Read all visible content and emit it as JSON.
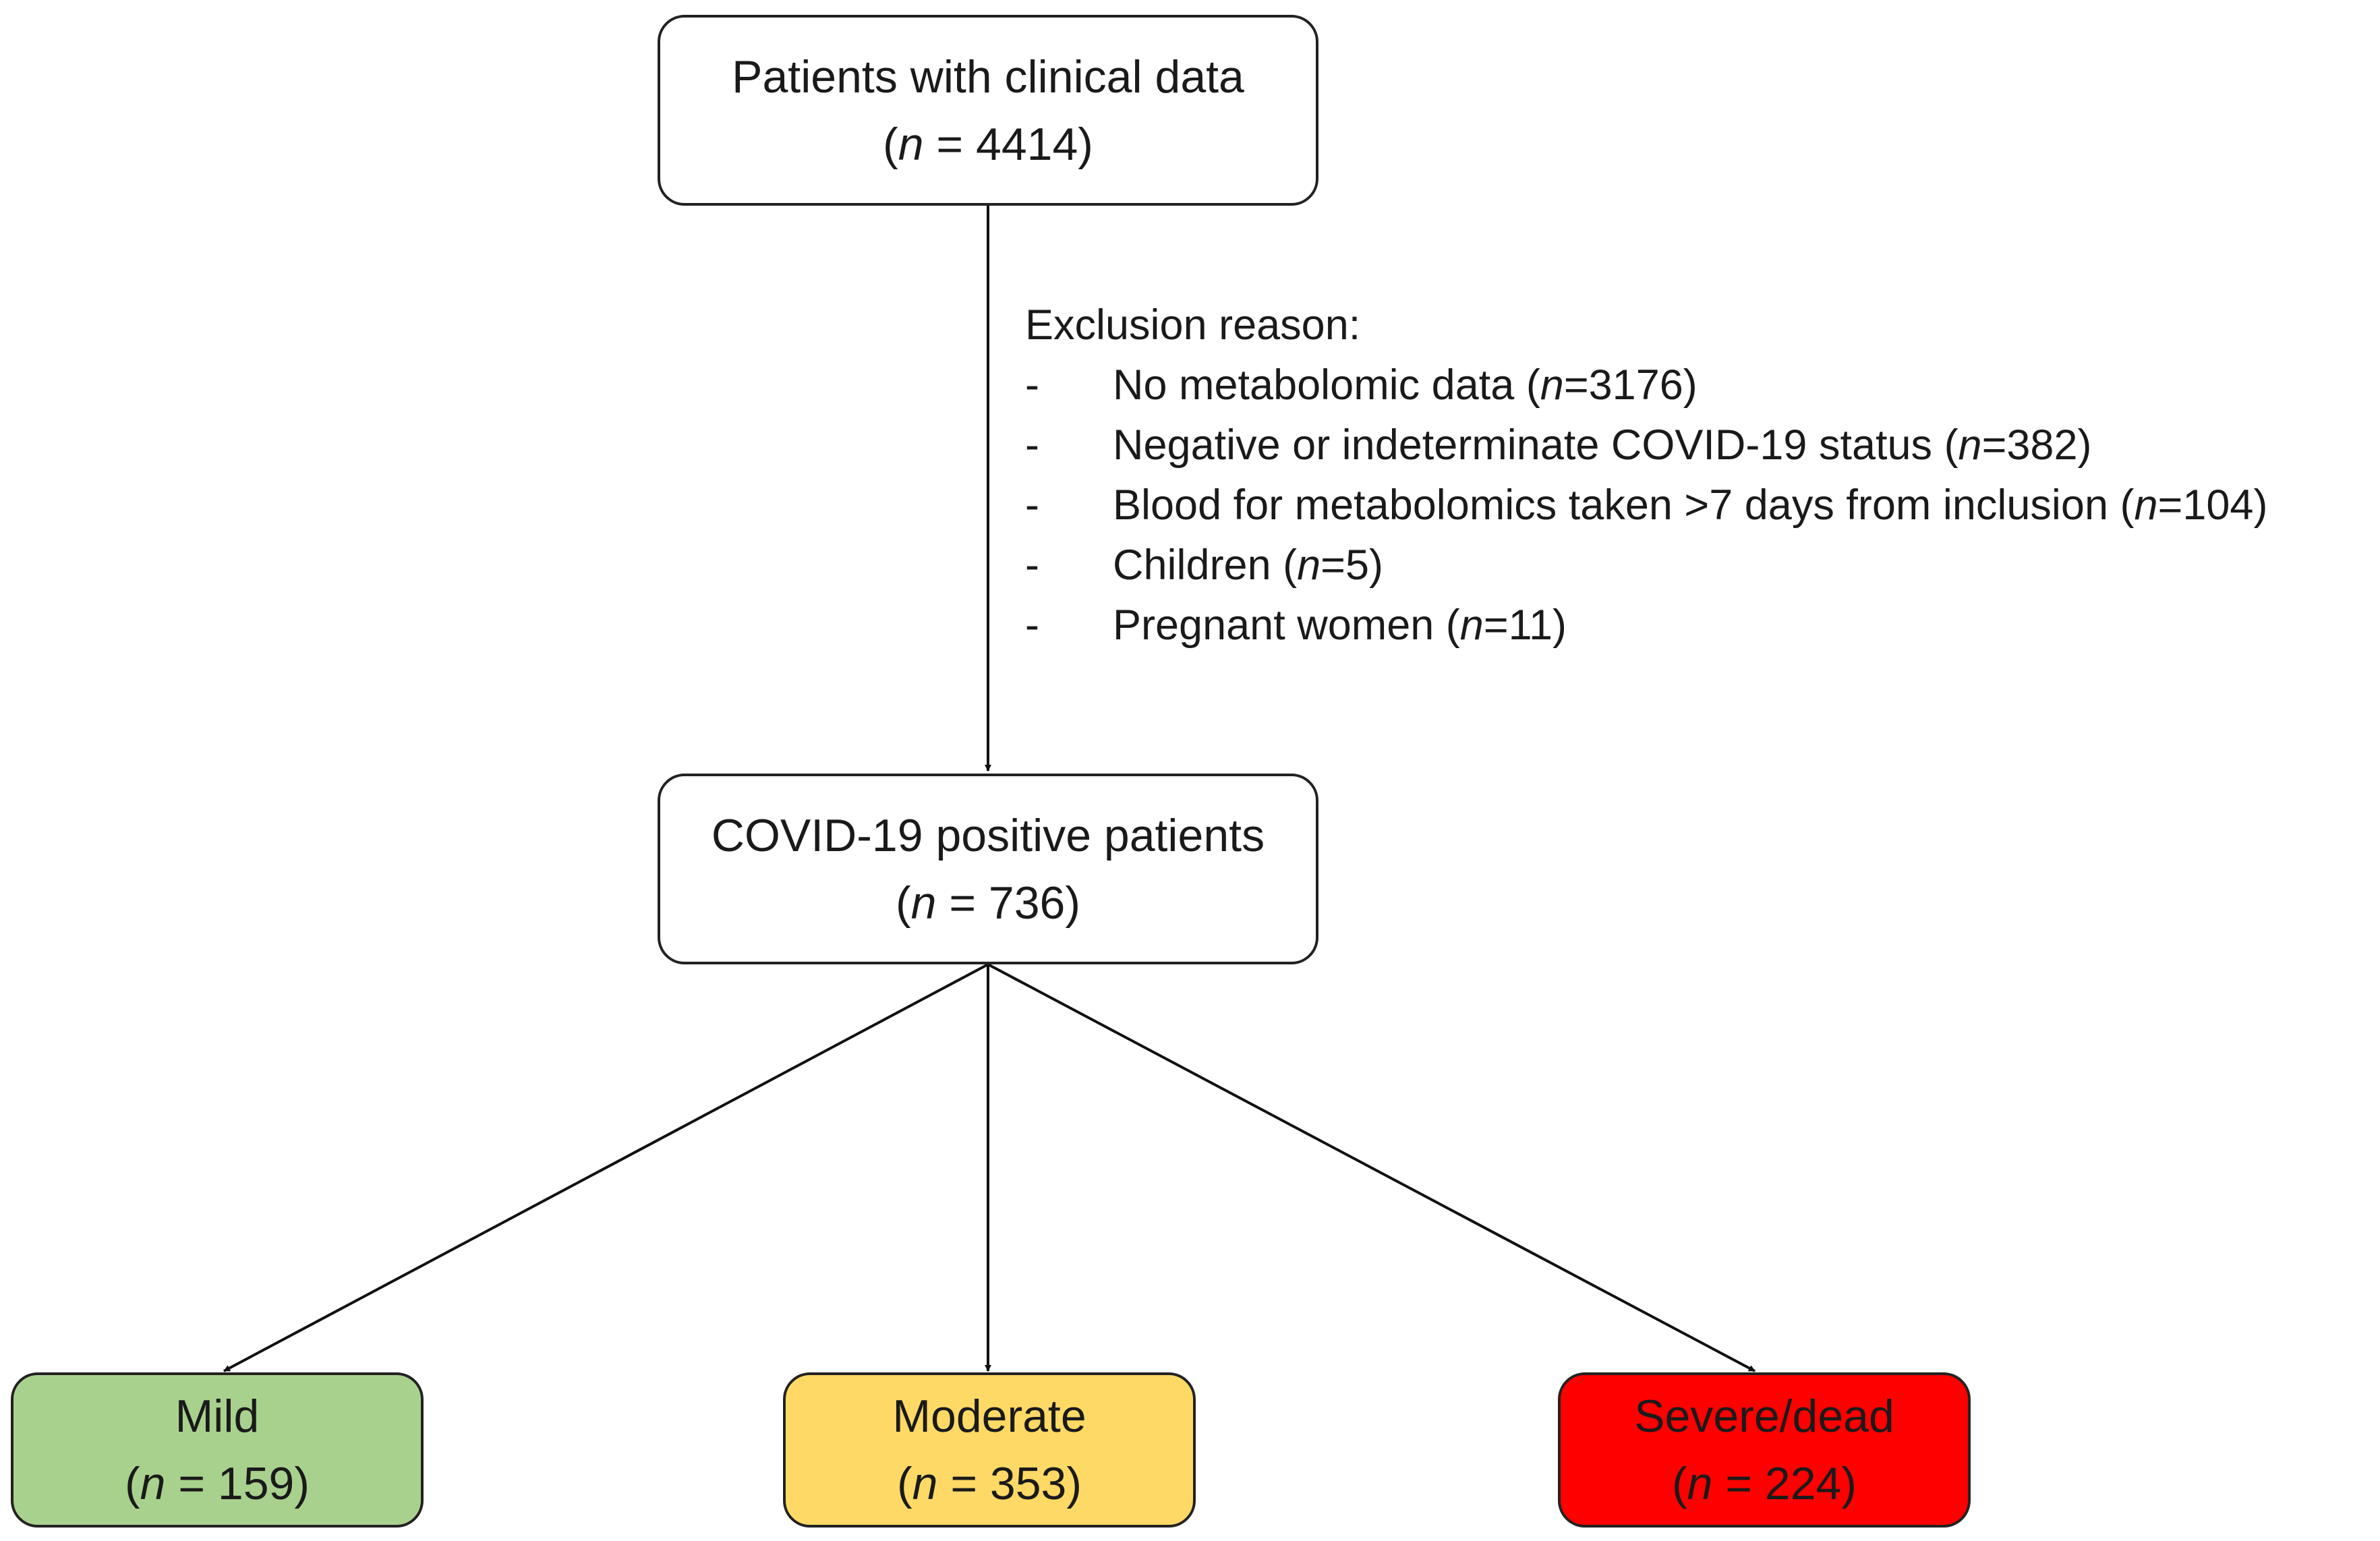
{
  "top_box": {
    "title": "Patients with clinical data",
    "n": "4414"
  },
  "exclusion": {
    "heading": "Exclusion reason:",
    "items": [
      {
        "text": "No metabolomic data",
        "n": "3176"
      },
      {
        "text": "Negative or indeterminate COVID-19 status",
        "n": "382"
      },
      {
        "text": "Blood for metabolomics taken >7 days from inclusion",
        "n": "104"
      },
      {
        "text": "Children",
        "n": "5"
      },
      {
        "text": "Pregnant women",
        "n": "11"
      }
    ]
  },
  "middle_box": {
    "title": "COVID-19 positive patients",
    "n": "736"
  },
  "outcomes": [
    {
      "title": "Mild",
      "n": "159",
      "color": "#a9d18e"
    },
    {
      "title": "Moderate",
      "n": "353",
      "color": "#ffd966"
    },
    {
      "title": "Severe/dead",
      "n": "224",
      "color": "#ff0000"
    }
  ],
  "symbols": {
    "n_var": "n",
    "eq": " = "
  }
}
